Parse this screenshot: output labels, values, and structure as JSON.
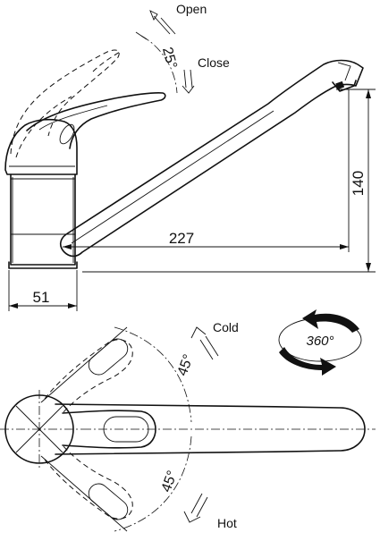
{
  "side_view": {
    "dimension_length": "227",
    "dimension_height": "140",
    "dimension_base": "51",
    "angle_label": "25°",
    "open_label": "Open",
    "close_label": "Close"
  },
  "top_view": {
    "angle_cold": "45°",
    "angle_hot": "45°",
    "cold_label": "Cold",
    "hot_label": "Hot",
    "rotation_label": "360°"
  }
}
